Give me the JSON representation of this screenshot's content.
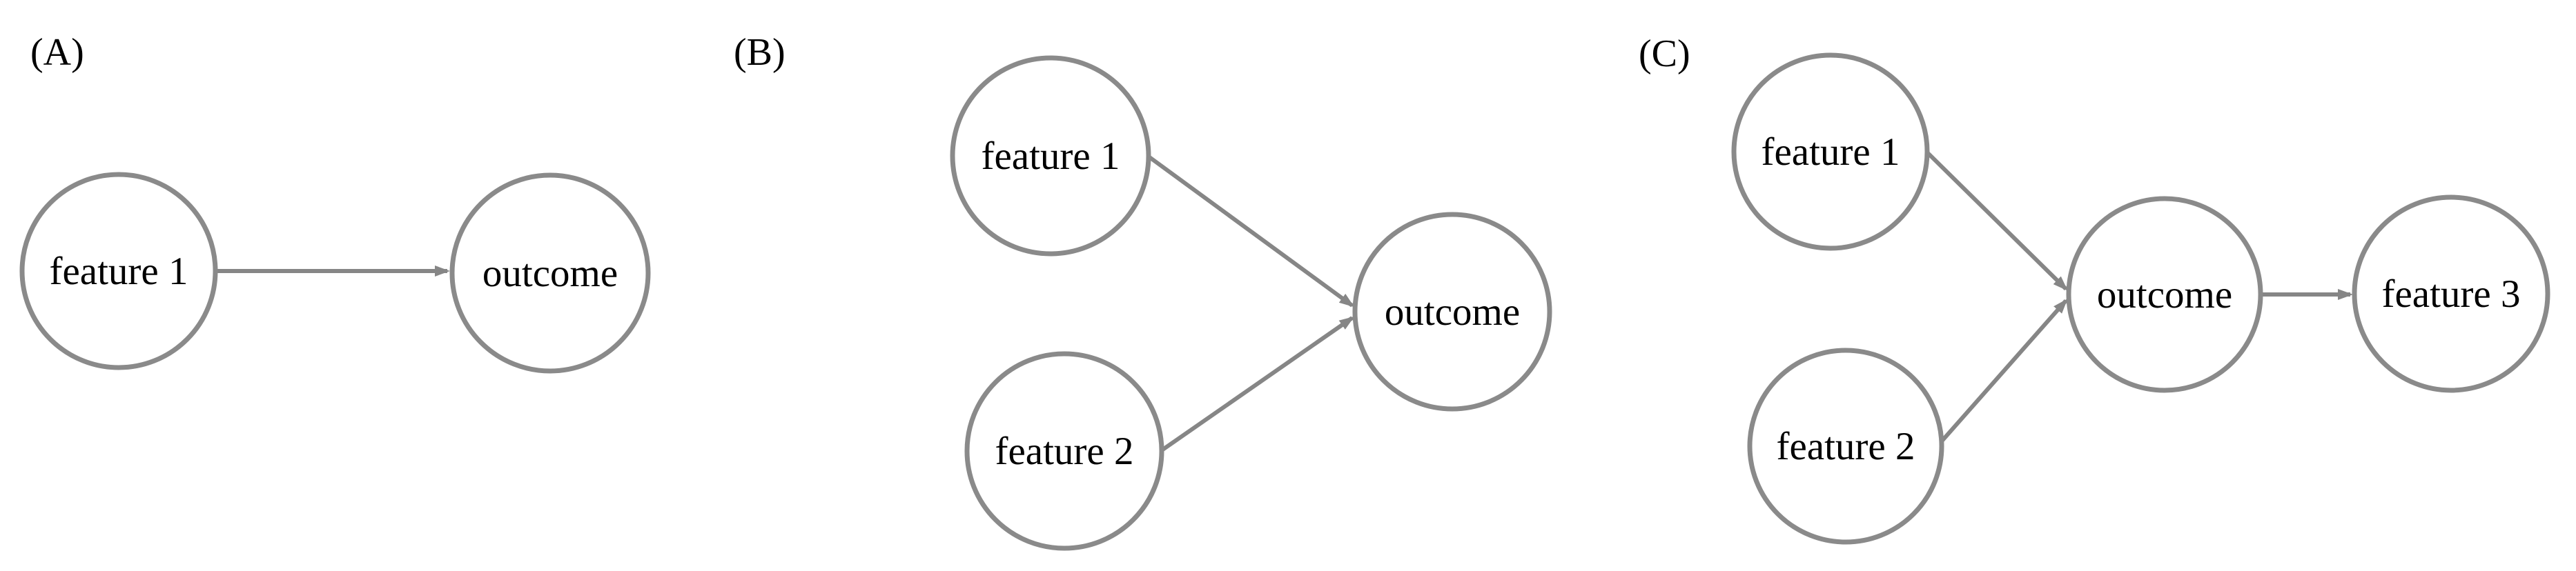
{
  "figure": {
    "type": "causal-graph-diagram",
    "background": "#ffffff",
    "palette": {
      "node_fill": "#ffffff",
      "outcome_fill": "#cee2f1",
      "node_stroke": "#8a8a8a",
      "edge_color": "#868686",
      "text_color": "#000000"
    },
    "panels": [
      {
        "label": "(A)",
        "nodes": [
          {
            "name": "feature1",
            "label": "feature 1",
            "type": "feature"
          },
          {
            "name": "outcome",
            "label": "outcome",
            "type": "outcome"
          }
        ],
        "edges": [
          {
            "from": "feature 1",
            "to": "outcome"
          }
        ]
      },
      {
        "label": "(B)",
        "nodes": [
          {
            "name": "feature1",
            "label": "feature 1",
            "type": "feature"
          },
          {
            "name": "feature2",
            "label": "feature 2",
            "type": "feature"
          },
          {
            "name": "outcome",
            "label": "outcome",
            "type": "outcome"
          }
        ],
        "edges": [
          {
            "from": "feature 1",
            "to": "outcome"
          },
          {
            "from": "feature 2",
            "to": "outcome"
          }
        ]
      },
      {
        "label": "(C)",
        "nodes": [
          {
            "name": "feature1",
            "label": "feature 1",
            "type": "feature"
          },
          {
            "name": "feature2",
            "label": "feature 2",
            "type": "feature"
          },
          {
            "name": "outcome",
            "label": "outcome",
            "type": "outcome"
          },
          {
            "name": "feature3",
            "label": "feature 3",
            "type": "feature"
          }
        ],
        "edges": [
          {
            "from": "feature 1",
            "to": "outcome"
          },
          {
            "from": "feature 2",
            "to": "outcome"
          },
          {
            "from": "outcome",
            "to": "feature 3"
          }
        ]
      }
    ]
  }
}
